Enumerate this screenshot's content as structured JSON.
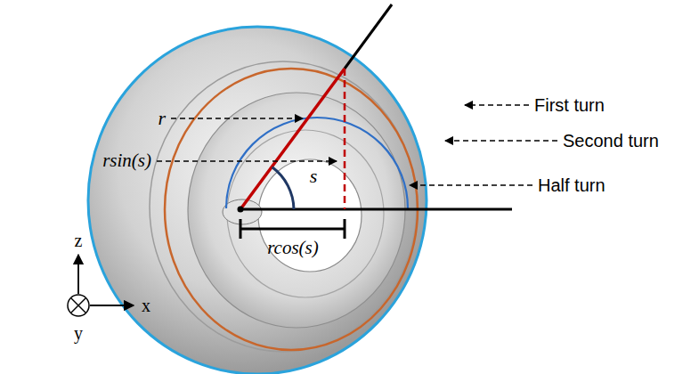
{
  "diagram": {
    "labels": [
      "r",
      "rsin(s)",
      "s",
      "rcos(s)",
      "First turn",
      "Second turn",
      "Half turn",
      "z",
      "x",
      "y"
    ]
  }
}
